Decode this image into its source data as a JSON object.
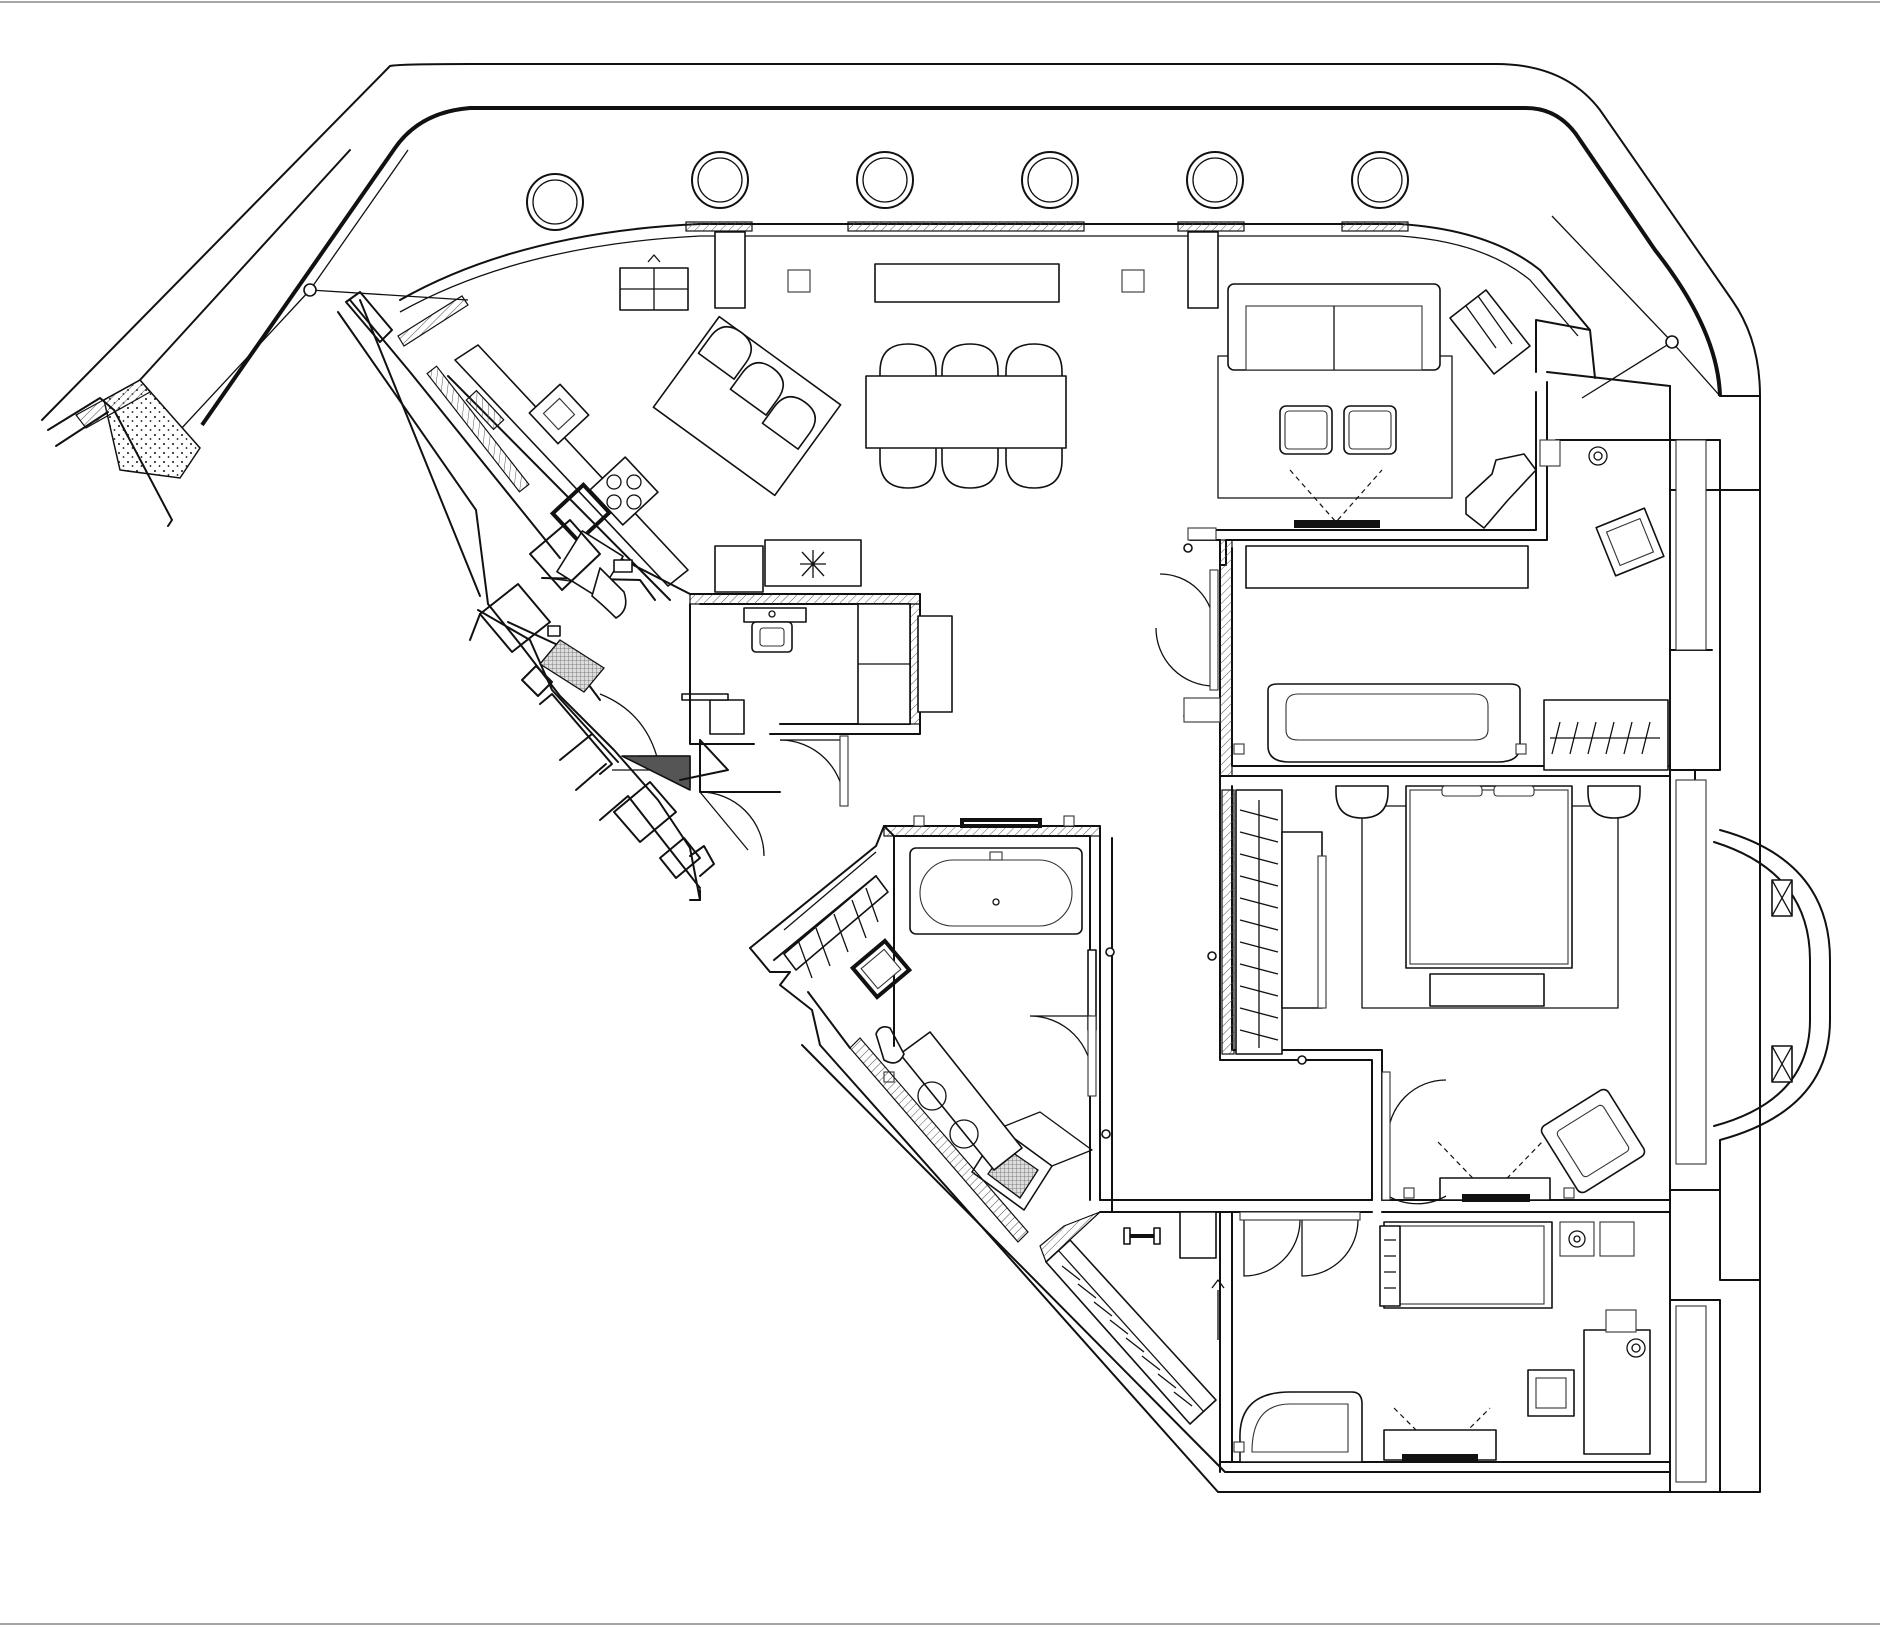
{
  "drawing": {
    "type": "floor-plan",
    "colors": {
      "line": "#111111",
      "background": "#ffffff",
      "hatch": "#555555"
    },
    "rooms": [
      "kitchen-dining",
      "living-area",
      "guest-bathroom",
      "laundry",
      "master-bathroom",
      "master-bedroom",
      "walk-in-wardrobe",
      "bedroom",
      "study-bedroom",
      "hall",
      "terrace"
    ],
    "columns_on_terrace": 6
  }
}
